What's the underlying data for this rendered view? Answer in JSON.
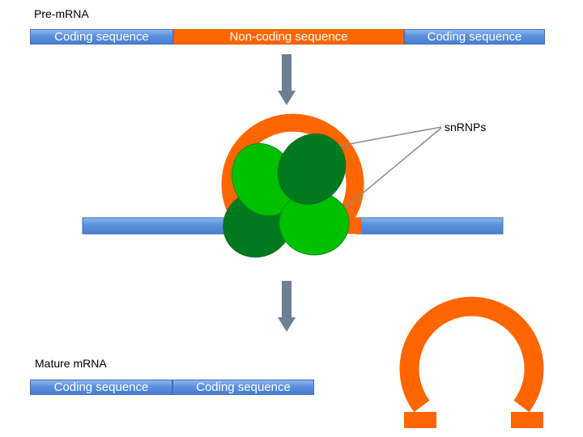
{
  "pre_mrna": {
    "title": "Pre-mRNA",
    "segments": [
      "Coding sequence",
      "Non-coding sequence",
      "Coding sequence"
    ]
  },
  "spliceosome": {
    "label": "snRNPs"
  },
  "mature_mrna": {
    "title": "Mature mRNA",
    "segments": [
      "Coding sequence",
      "Coding sequence"
    ]
  },
  "colors": {
    "coding": "#5b8ede",
    "non_coding": "#ff6600",
    "snrnp_light": "#00c000",
    "snrnp_dark": "#007a1e",
    "arrow": "#6d7f95"
  }
}
